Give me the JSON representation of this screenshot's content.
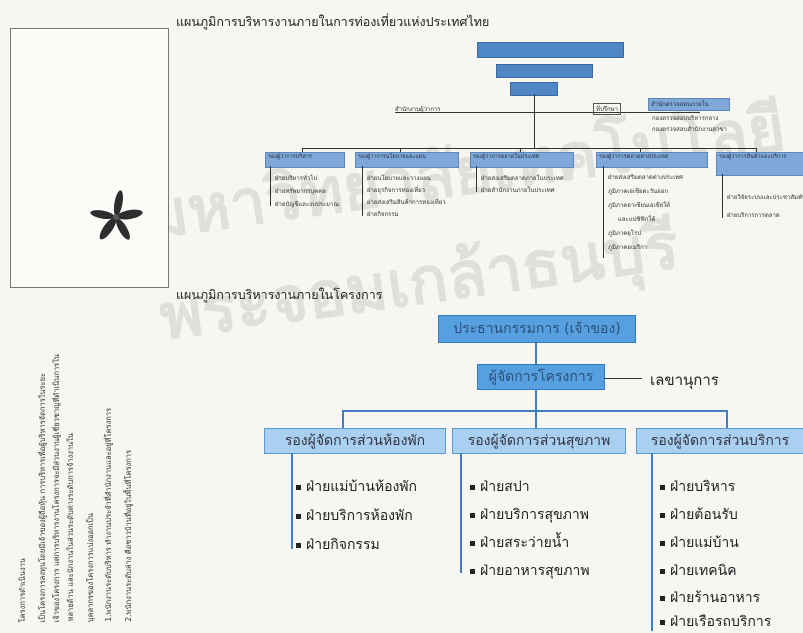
{
  "chart1": {
    "title": "แผนภูมิการบริหารงานภายในการท่องเที่ยวแห่งประเทศไทย",
    "side_left": "สำนักงานผู้ว่าการ",
    "side_right1": "ที่ปรึกษา",
    "side_right2": "สำนักตรวจสอบภายใน",
    "side_right2_sub1": "กองตรวจสอบบริหารกลาง",
    "side_right2_sub2": "กองตรวจสอบสำนักงานสาขา",
    "depts": [
      {
        "label": "รองผู้ว่าการบริหาร",
        "items": [
          "ฝ่ายบริหารทั่วไป",
          "ฝ่ายทรัพยากรบุคคล",
          "ฝ่ายบัญชีและงบประมาณ"
        ]
      },
      {
        "label": "รองผู้ว่าการนโยบายและแผน",
        "items": [
          "ฝ่ายนโยบายและวางแผน",
          "ฝ่ายธุรกิจการท่องเที่ยว",
          "ฝ่ายส่งเสริมสินค้าการท่องเที่ยว",
          "ฝ่ายกิจกรรม"
        ]
      },
      {
        "label": "รองผู้ว่าการตลาดในประเทศ",
        "items": [
          "ฝ่ายส่งเสริมตลาดภายในประเทศ",
          "ฝ่ายสำนักงานภายในประเทศ"
        ]
      },
      {
        "label": "รองผู้ว่าการตลาดต่างประเทศ",
        "items": [
          "ฝ่ายส่งเสริมตลาดต่างประเทศ",
          "ภูมิภาคเอเชียตะวันออก",
          "ภูมิภาคอาเซียนเอเชียใต้",
          "และแปซิฟิกใต้",
          "ภูมิภาคยุโรป",
          "ภูมิภาคอเมริกา"
        ]
      },
      {
        "label": "รองผู้ว่าการสินค้าและบริการ",
        "items": [
          "ฝ่ายวิจัยระบบและประชาสัมพันธ์",
          "ฝ่ายบริการการตลาด"
        ]
      }
    ]
  },
  "chart2": {
    "title": "แผนภูมิการบริหารงานภายในโครงการ",
    "top": "ประธานกรรมการ (เจ้าของ)",
    "manager": "ผู้จัดการโครงการ",
    "secretary": "เลขานุการ",
    "depts": [
      {
        "label": "รองผู้จัดการส่วนห้องพัก",
        "items": [
          "ฝ่ายแม่บ้านห้องพัก",
          "ฝ่ายบริการห้องพัก",
          "ฝ่ายกิจกรรม"
        ]
      },
      {
        "label": "รองผู้จัดการส่วนสุขภาพ",
        "items": [
          "ฝ่ายสปา",
          "ฝ่ายบริการสุขภาพ",
          "ฝ่ายสระว่ายน้ำ",
          "ฝ่ายอาหารสุขภาพ"
        ]
      },
      {
        "label": "รองผู้จัดการส่วนบริการ",
        "items": [
          "ฝ่ายบริหาร",
          "ฝ่ายต้อนรับ",
          "ฝ่ายแม่บ้าน",
          "ฝ่ายเทคนิค",
          "ฝ่ายร้านอาหาร",
          "ฝ่ายเรือรถบริการ"
        ]
      }
    ]
  },
  "left_text": [
    "โครงการดำเนินงาน",
    "เป็นโครงการลงทุนโดยมีเจ้าของผู้ถือหุ้น การบริหารเพื่อผู้บริหารจัดการในระยะ",
    "เจ้าของโครงการ แต่การบริหารงานโครงการจะมีส่วนงานผู้เชี่ยวชาญที่ดำเนินการใน",
    "หลายด้าน และนักงานในส่วนระดับต่างระดับการจ้างงานใน",
    "บุคลากรของโครงการแบ่งออกเป็น",
    "1.พนักงานระดับบริหาร ทำงานประจำที่สำนักงานและอยู่ที่โครงการ",
    "2.พนักงานระดับล่าง คือชาวบ้านที่อยู่ในพื้นที่โครงการ"
  ],
  "watermark": "มหาวิทยาลัยเทคโนโลยีพระจอมเกล้าธนบุรี"
}
